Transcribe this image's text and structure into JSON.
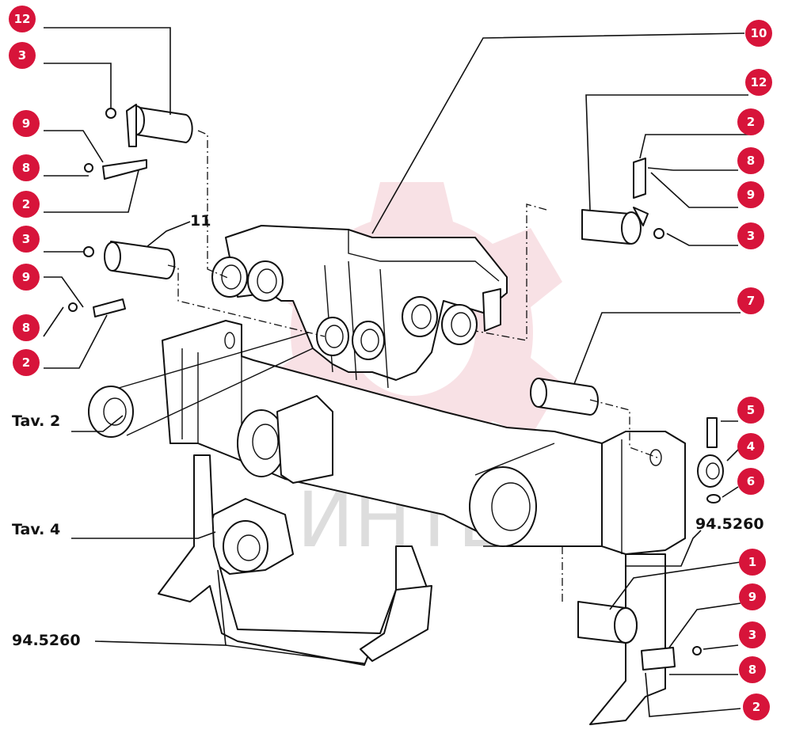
{
  "watermark": {
    "text": "ИНТЕХ",
    "gear_color": "#f3c9cf"
  },
  "accent_color": "#d7143a",
  "callouts": [
    {
      "id": "c12a",
      "label": "12"
    },
    {
      "id": "c3a",
      "label": "3"
    },
    {
      "id": "c9a",
      "label": "9"
    },
    {
      "id": "c8a",
      "label": "8"
    },
    {
      "id": "c2a",
      "label": "2"
    },
    {
      "id": "c3b",
      "label": "3"
    },
    {
      "id": "c9b",
      "label": "9"
    },
    {
      "id": "c8b",
      "label": "8"
    },
    {
      "id": "c2b",
      "label": "2"
    },
    {
      "id": "c10",
      "label": "10"
    },
    {
      "id": "c12b",
      "label": "12"
    },
    {
      "id": "c2c",
      "label": "2"
    },
    {
      "id": "c8c",
      "label": "8"
    },
    {
      "id": "c9c",
      "label": "9"
    },
    {
      "id": "c3c",
      "label": "3"
    },
    {
      "id": "c7",
      "label": "7"
    },
    {
      "id": "c5",
      "label": "5"
    },
    {
      "id": "c4",
      "label": "4"
    },
    {
      "id": "c6",
      "label": "6"
    },
    {
      "id": "c1",
      "label": "1"
    },
    {
      "id": "c9d",
      "label": "9"
    },
    {
      "id": "c3d",
      "label": "3"
    },
    {
      "id": "c8d",
      "label": "8"
    },
    {
      "id": "c2d",
      "label": "2"
    }
  ],
  "labels": {
    "part11": "11",
    "tav2": "Tav. 2",
    "tav4": "Tav. 4",
    "ref_left": "94.5260",
    "ref_right": "94.5260"
  }
}
